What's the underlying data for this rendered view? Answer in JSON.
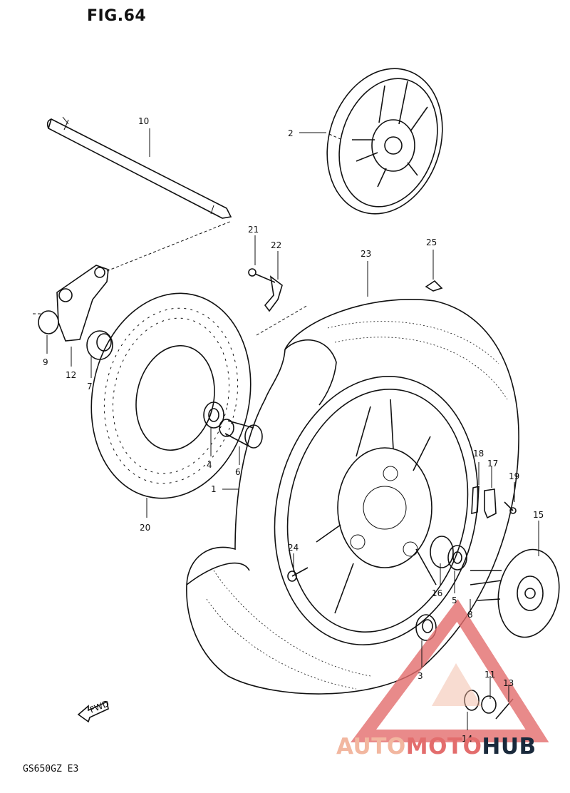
{
  "figure": {
    "title": "FIG.64",
    "model": "GS650GZ E3"
  },
  "watermark": {
    "part_a": "AUTO",
    "part_b": "MOTO",
    "part_c": "HUB",
    "color_a": "#f2b7a0",
    "color_b": "#e36d6d",
    "color_c": "#1a2a3c"
  },
  "callouts": [
    {
      "id": "1",
      "label": "1"
    },
    {
      "id": "2",
      "label": "2"
    },
    {
      "id": "3",
      "label": "3"
    },
    {
      "id": "4",
      "label": "4"
    },
    {
      "id": "5",
      "label": "5"
    },
    {
      "id": "6",
      "label": "6"
    },
    {
      "id": "7",
      "label": "7"
    },
    {
      "id": "8",
      "label": "8"
    },
    {
      "id": "9",
      "label": "9"
    },
    {
      "id": "10",
      "label": "10"
    },
    {
      "id": "11",
      "label": "11"
    },
    {
      "id": "12",
      "label": "12"
    },
    {
      "id": "13",
      "label": "13"
    },
    {
      "id": "14",
      "label": "14"
    },
    {
      "id": "15",
      "label": "15"
    },
    {
      "id": "16",
      "label": "16"
    },
    {
      "id": "17",
      "label": "17"
    },
    {
      "id": "18",
      "label": "18"
    },
    {
      "id": "19",
      "label": "19"
    },
    {
      "id": "20",
      "label": "20"
    },
    {
      "id": "21",
      "label": "21"
    },
    {
      "id": "22",
      "label": "22"
    },
    {
      "id": "23",
      "label": "23"
    },
    {
      "id": "24",
      "label": "24"
    },
    {
      "id": "25",
      "label": "25"
    }
  ],
  "fwd_label": "FWD"
}
